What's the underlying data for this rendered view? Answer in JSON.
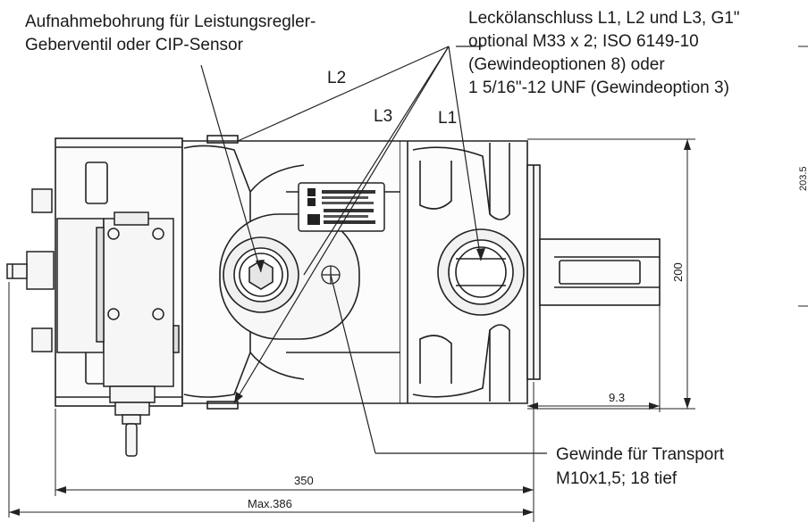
{
  "callouts": {
    "sensor_bore": [
      "Aufnahmebohrung für Leistungsregler-",
      "Geberventil oder CIP-Sensor"
    ],
    "leak_oil": [
      "Leckölanschluss L1, L2 und L3, G1\"",
      "optional M33 x 2; ISO 6149-10",
      "(Gewindeoptionen 8) oder",
      "1 5/16\"-12 UNF (Gewindeoption 3)"
    ],
    "transport": [
      "Gewinde für Transport",
      "M10x1,5; 18 tief"
    ]
  },
  "port_labels": {
    "l1": "L1",
    "l2": "L2",
    "l3": "L3"
  },
  "dimensions": {
    "length": "350",
    "max_length": "Max.386",
    "height": "200",
    "height_outer": "203.5",
    "shaft_offset": "9.3"
  }
}
